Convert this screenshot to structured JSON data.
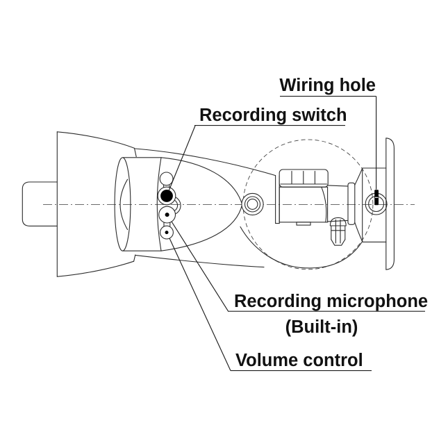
{
  "figure": {
    "type": "technical-line-diagram",
    "subject": "surveillance-camera-side-view",
    "labels": {
      "wiring_hole": "Wiring hole",
      "recording_switch": "Recording switch",
      "recording_microphone": "Recording microphone",
      "built_in": "(Built-in)",
      "volume_control": "Volume control"
    },
    "colors": {
      "background": "#ffffff",
      "line": "#2b2b2b",
      "label_text": "#111111",
      "filled_marker": "#000000"
    }
  }
}
